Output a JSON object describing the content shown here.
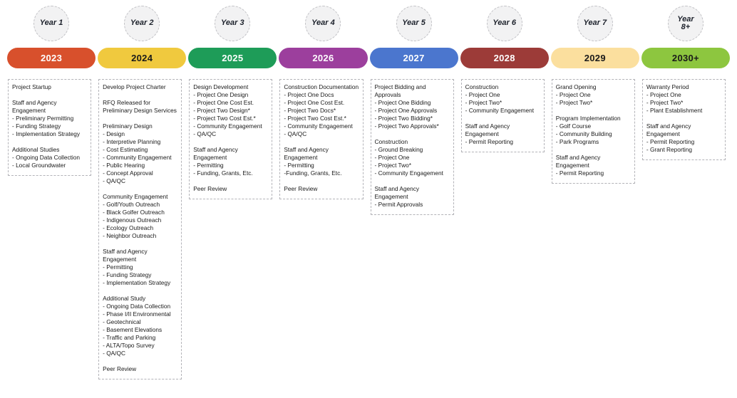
{
  "timeline": {
    "circle_fill": "#f2f2f3",
    "circle_border": "#c2c2c6",
    "box_border": "#b3b3b8",
    "text_color": "#1a1a1a"
  },
  "columns": [
    {
      "year_label_lines": [
        "Year 1"
      ],
      "year": "2023",
      "bar_color": "#D8502C",
      "bar_text_color": "#FFFFFF",
      "sections": [
        {
          "lines": [
            "Project Startup"
          ]
        },
        {
          "lines": [
            "Staff and Agency Engagement",
            "- Preliminary Permitting",
            "- Funding Strategy",
            "- Implementation Strategy"
          ]
        },
        {
          "lines": [
            "Additional Studies",
            "- Ongoing Data Collection",
            "- Local Groundwater"
          ]
        }
      ]
    },
    {
      "year_label_lines": [
        "Year 2"
      ],
      "year": "2024",
      "bar_color": "#F0C93E",
      "bar_text_color": "#1a1a1a",
      "sections": [
        {
          "lines": [
            "Develop Project Charter"
          ]
        },
        {
          "lines": [
            "RFQ Released for Preliminary Design Services"
          ]
        },
        {
          "lines": [
            "Preliminary Design",
            "- Design",
            "- Interpretive Planning",
            "- Cost Estimating",
            "- Community Engagement",
            "- Public Hearing",
            "- Concept Approval",
            "- QA/QC"
          ]
        },
        {
          "lines": [
            "Community Engagement",
            "- Golf/Youth Outreach",
            "- Black Golfer Outreach",
            "- Indigenous Outreach",
            "- Ecology Outreach",
            "- Neighbor Outreach"
          ]
        },
        {
          "lines": [
            "Staff and Agency Engagement",
            "- Permitting",
            "- Funding Strategy",
            "- Implementation Strategy"
          ]
        },
        {
          "lines": [
            "Additional Study",
            "- Ongoing Data Collection",
            "- Phase I/II Environmental",
            "- Geotechnical",
            "- Basement Elevations",
            "- Traffic and Parking",
            "- ALTA/Topo Survey",
            "- QA/QC"
          ]
        },
        {
          "lines": [
            "Peer Review"
          ]
        }
      ]
    },
    {
      "year_label_lines": [
        "Year 3"
      ],
      "year": "2025",
      "bar_color": "#1E9C58",
      "bar_text_color": "#FFFFFF",
      "sections": [
        {
          "lines": [
            "Design Development",
            "- Project One Design",
            "- Project One Cost Est.",
            "- Project Two Design*",
            "- Project Two Cost Est.*",
            "- Community Engagement",
            "- QA/QC"
          ]
        },
        {
          "lines": [
            "Staff and Agency Engagement",
            "- Permitting",
            "- Funding, Grants, Etc."
          ]
        },
        {
          "lines": [
            "Peer Review"
          ]
        }
      ]
    },
    {
      "year_label_lines": [
        "Year 4"
      ],
      "year": "2026",
      "bar_color": "#9C3F9D",
      "bar_text_color": "#FFFFFF",
      "sections": [
        {
          "lines": [
            "Construction Documentation",
            "- Project One Docs",
            "- Project One Cost Est.",
            "- Project Two Docs*",
            "- Project Two Cost Est.*",
            "- Community Engagement",
            "- QA/QC"
          ]
        },
        {
          "lines": [
            "Staff and Agency Engagement",
            "- Permitting",
            "-Funding, Grants, Etc."
          ]
        },
        {
          "lines": [
            "Peer Review"
          ]
        }
      ]
    },
    {
      "year_label_lines": [
        "Year 5"
      ],
      "year": "2027",
      "bar_color": "#4B76CE",
      "bar_text_color": "#FFFFFF",
      "sections": [
        {
          "lines": [
            "Project Bidding and Approvals",
            "- Project One Bidding",
            "- Project One Approvals",
            "- Project Two Bidding*",
            "- Project Two Approvals*"
          ]
        },
        {
          "lines": [
            "Construction",
            "- Ground Breaking",
            "- Project One",
            "- Project Two*",
            "- Community Engagement"
          ]
        },
        {
          "lines": [
            "Staff and Agency Engagement",
            "- Permit Approvals"
          ]
        }
      ]
    },
    {
      "year_label_lines": [
        "Year 6"
      ],
      "year": "2028",
      "bar_color": "#9C3B38",
      "bar_text_color": "#FFFFFF",
      "sections": [
        {
          "lines": [
            "Construction",
            "- Project One",
            "- Project Two*",
            "- Community Engagement"
          ]
        },
        {
          "lines": [
            "Staff and Agency Engagement",
            "- Permit Reporting"
          ]
        }
      ]
    },
    {
      "year_label_lines": [
        "Year 7"
      ],
      "year": "2029",
      "bar_color": "#FBDF9E",
      "bar_text_color": "#1a1a1a",
      "sections": [
        {
          "lines": [
            "Grand Opening",
            "- Project One",
            "- Project Two*"
          ]
        },
        {
          "lines": [
            "Program Implementation",
            "- Golf Course",
            "- Community Building",
            "- Park Programs"
          ]
        },
        {
          "lines": [
            "Staff and Agency Engagement",
            "- Permit Reporting"
          ]
        }
      ]
    },
    {
      "year_label_lines": [
        "Year",
        "8+"
      ],
      "year": "2030+",
      "bar_color": "#8DC63F",
      "bar_text_color": "#1a1a1a",
      "sections": [
        {
          "lines": [
            "Warranty Period",
            "- Project One",
            "- Project Two*",
            "- Plant Establishment"
          ]
        },
        {
          "lines": [
            "Staff and Agency Engagement",
            "- Permit Reporting",
            "- Grant Reporting"
          ]
        }
      ]
    }
  ]
}
